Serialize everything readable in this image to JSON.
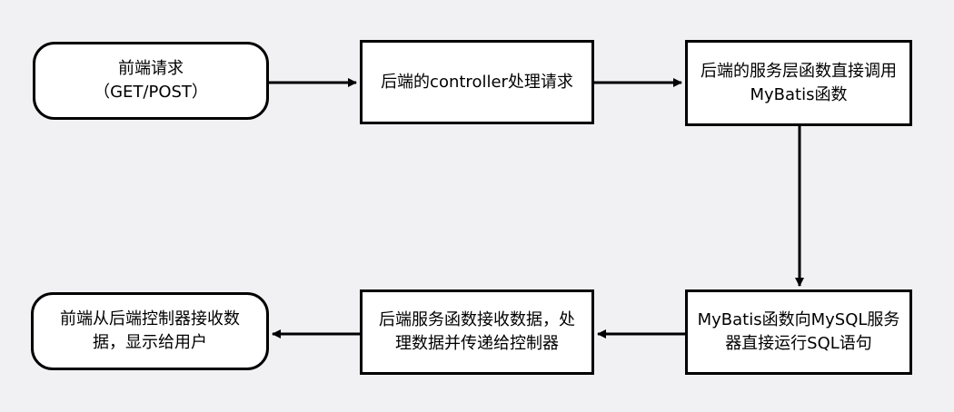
{
  "nodes": {
    "n1": {
      "text": "前端请求\n（GET/POST）"
    },
    "n2": {
      "text": "后端的controller处理请求"
    },
    "n3": {
      "text": "后端的服务层函数直接调用\nMyBatis函数"
    },
    "n4": {
      "text": "MyBatis函数向MySQL服务\n器直接运行SQL语句"
    },
    "n5": {
      "text": "后端服务函数接收数据，处\n理数据并传递给控制器"
    },
    "n6": {
      "text": "前端从后端控制器接收数\n据，显示给用户"
    }
  },
  "edges": [
    {
      "from": "n1",
      "to": "n2"
    },
    {
      "from": "n2",
      "to": "n3"
    },
    {
      "from": "n3",
      "to": "n4"
    },
    {
      "from": "n4",
      "to": "n5"
    },
    {
      "from": "n5",
      "to": "n6"
    }
  ]
}
